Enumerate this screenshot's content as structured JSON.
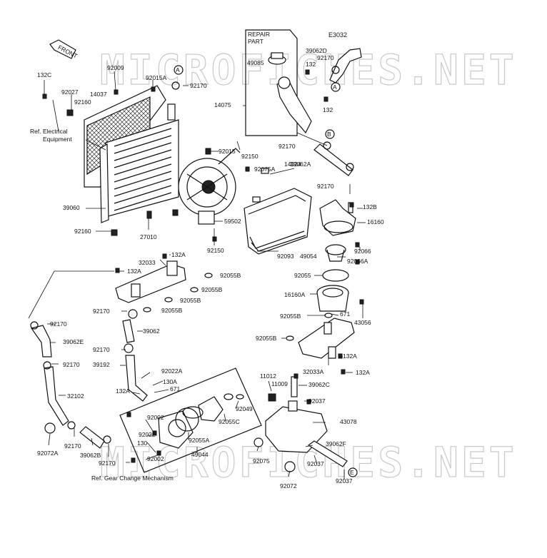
{
  "diagram_code": "E3032",
  "watermark": "MICROFICHES.NET",
  "front_label": "FRONT",
  "repair_part_label": "REPAIR PART",
  "ref_electrical": "Ref. Electrical Equipment",
  "ref_gear": "Ref. Gear Change Mechanism",
  "callout_a": "A",
  "callout_b": "B",
  "callout_e": "E",
  "parts": {
    "p132c": "132C",
    "p92009": "92009",
    "p92015a": "92015A",
    "p92170_top": "92170",
    "p92027": "92027",
    "p14037": "14037",
    "p92160_top": "92160",
    "p14075": "14075",
    "p49085": "49085",
    "p132_a": "132",
    "p132_b": "132",
    "p39062d": "39062D",
    "p92170_r1": "92170",
    "p92015": "92015",
    "p92150_a": "92150",
    "p92075a": "92075A",
    "p92170_r2": "92170",
    "p39062a": "39062A",
    "p92170_r3": "92170",
    "p14024": "14024",
    "p132b": "132B",
    "p16160": "16160",
    "p92066": "92066",
    "p49054": "49054",
    "p92066a": "92066A",
    "p92055": "92055",
    "p16160a": "16160A",
    "p671_a": "671",
    "p92055b_a": "92055B",
    "p43056": "43056",
    "p92055b_b": "92055B",
    "p132a_r1": "132A",
    "p32033a": "32033A",
    "p132a_r2": "132A",
    "p39060": "39060",
    "p92160_b": "92160",
    "p27010": "27010",
    "p59502": "59502",
    "p92150_b": "92150",
    "p92093": "92093",
    "p132a_c1": "132A",
    "p32033": "32033",
    "p132a_c2": "132A",
    "p92055b_c1": "92055B",
    "p92055b_c2": "92055B",
    "p92055b_c3": "92055B",
    "p92170_m1": "92170",
    "p39062": "39062",
    "p92170_m2": "92170",
    "p92170_l1": "92170",
    "p39062e": "39062E",
    "p92170_l2": "92170",
    "p39192": "39192",
    "p92022a": "92022A",
    "p130a": "130A",
    "p132a_l": "132A",
    "p671_b": "671",
    "p32102": "32102",
    "p11012": "11012",
    "p11009": "11009",
    "p39062c": "39062C",
    "p92037_a": "92037",
    "p92002_a": "92002",
    "p92022": "92022",
    "p130": "130",
    "p92002_b": "92002",
    "p92049": "92049",
    "p92055c": "92055C",
    "p92055a": "92055A",
    "p49044": "49044",
    "p43078": "43078",
    "p92072a": "92072A",
    "p92170_b1": "92170",
    "p39062b": "39062B",
    "p92170_b2": "92170",
    "p92075": "92075",
    "p39062f": "39062F",
    "p92037_b": "92037",
    "p92072": "92072",
    "p92037_c": "92037"
  }
}
